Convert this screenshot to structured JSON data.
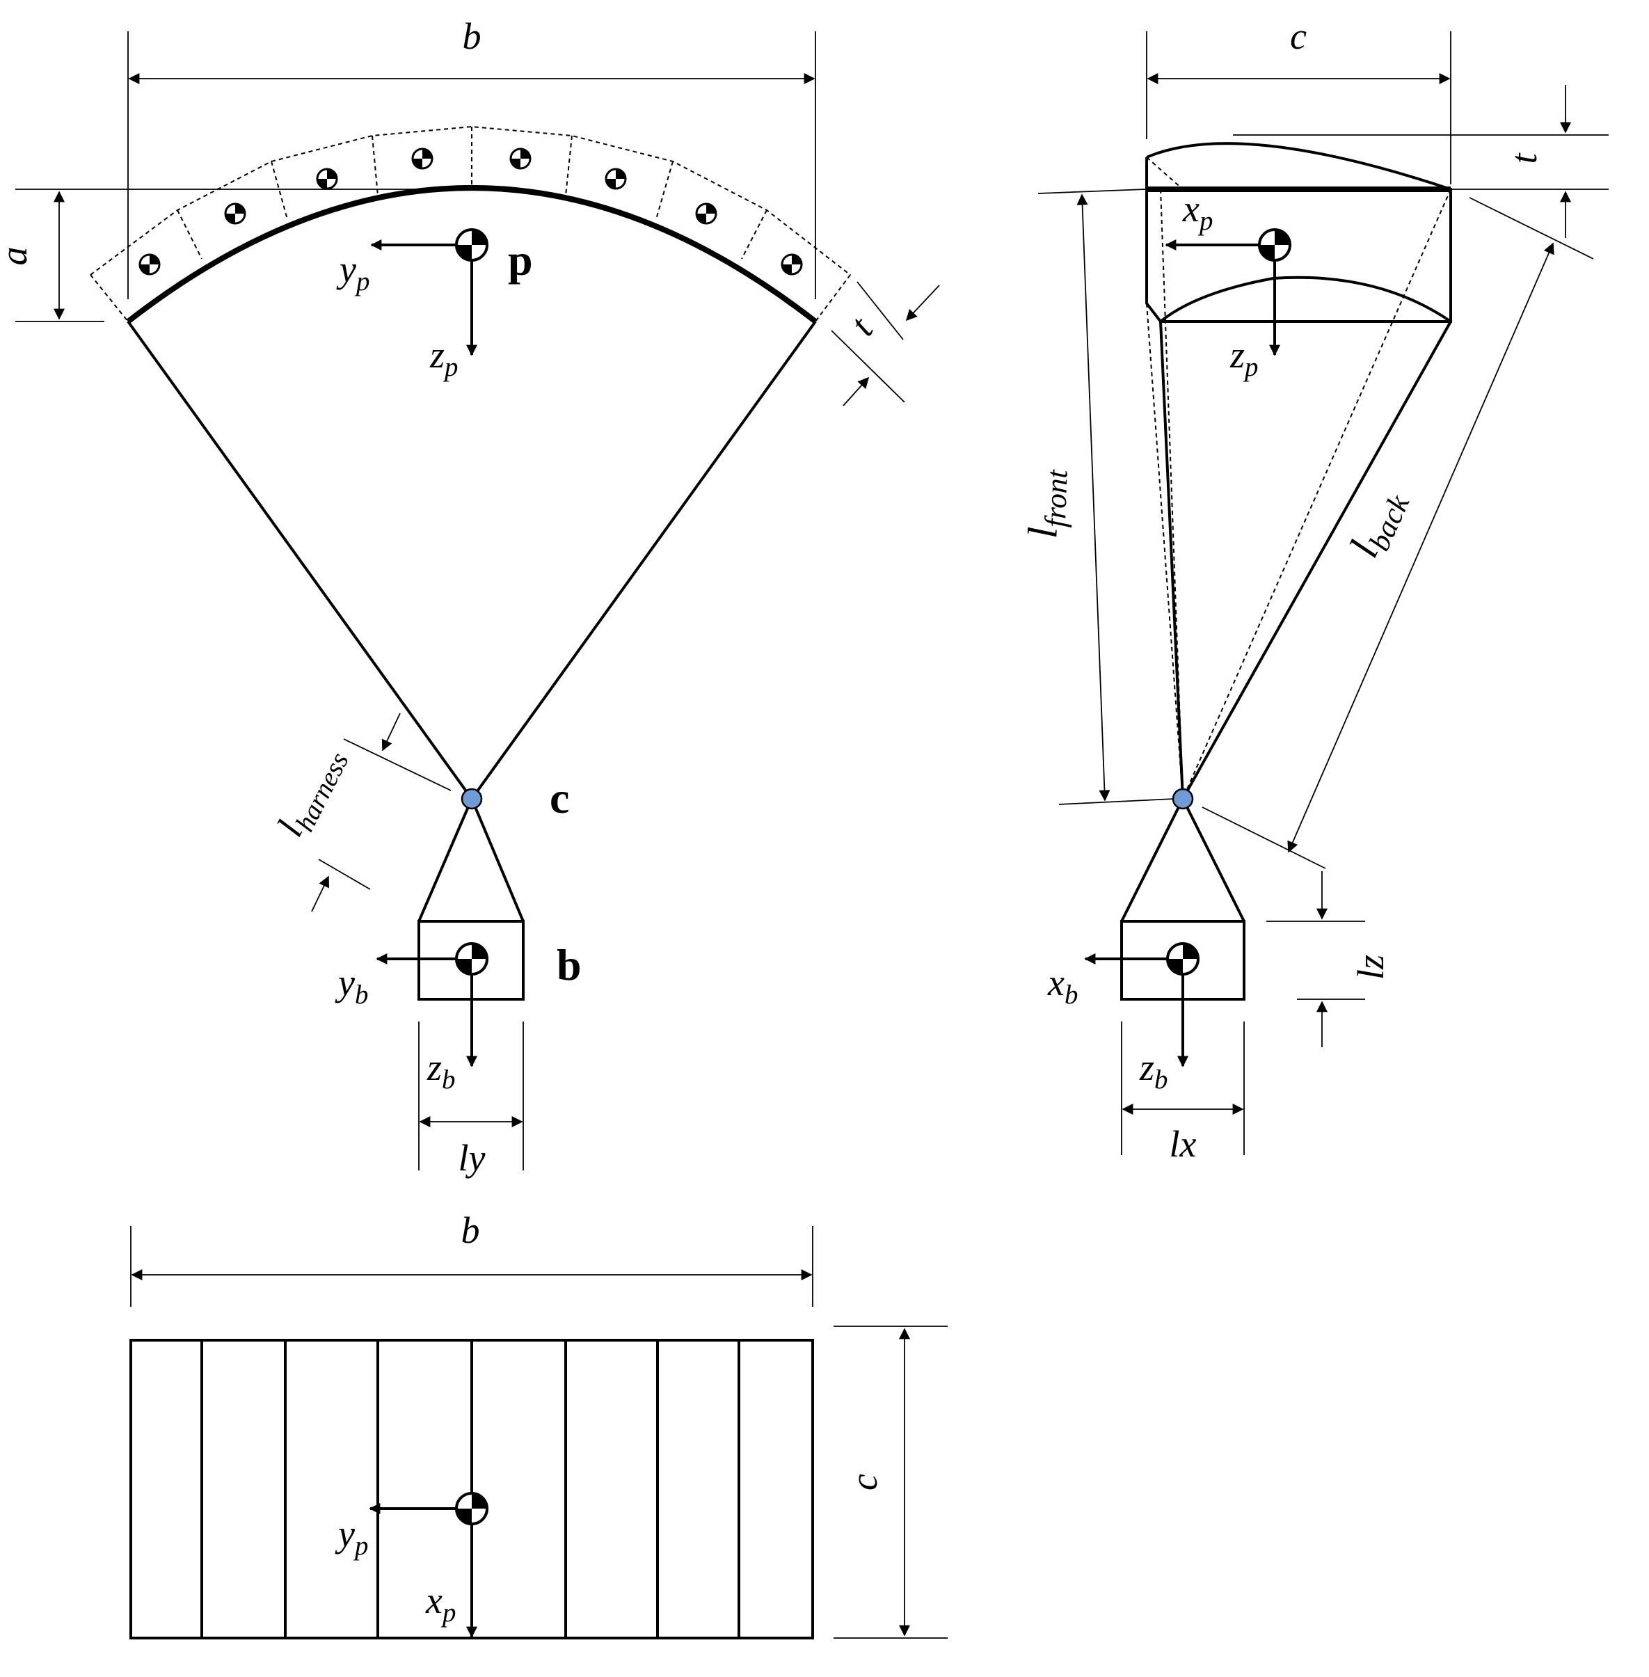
{
  "labels": {
    "front_b": "b",
    "front_a": "a",
    "front_t": "t",
    "front_yp_main": "y",
    "front_yp_sub": "p",
    "front_zp_main": "z",
    "front_zp_sub": "p",
    "front_p": "p",
    "front_c": "c",
    "front_b_point": "b",
    "front_lharness_main": "l",
    "front_lharness_sub": "harness",
    "front_yb_main": "y",
    "front_yb_sub": "b",
    "front_zb_main": "z",
    "front_zb_sub": "b",
    "front_ly": "ly",
    "side_c": "c",
    "side_t": "t",
    "side_xp_main": "x",
    "side_xp_sub": "p",
    "side_zp_main": "z",
    "side_zp_sub": "p",
    "side_lfront_main": "l",
    "side_lfront_sub": "front",
    "side_lback_main": "l",
    "side_lback_sub": "back",
    "side_xb_main": "x",
    "side_xb_sub": "b",
    "side_zb_main": "z",
    "side_zb_sub": "b",
    "side_lx": "lx",
    "side_lz": "lz",
    "top_b": "b",
    "top_c": "c",
    "top_yp_main": "y",
    "top_yp_sub": "p",
    "top_xp_main": "x",
    "top_xp_sub": "p"
  },
  "colors": {
    "stroke": "#000000",
    "confluence_point": "#6f9bd6"
  }
}
